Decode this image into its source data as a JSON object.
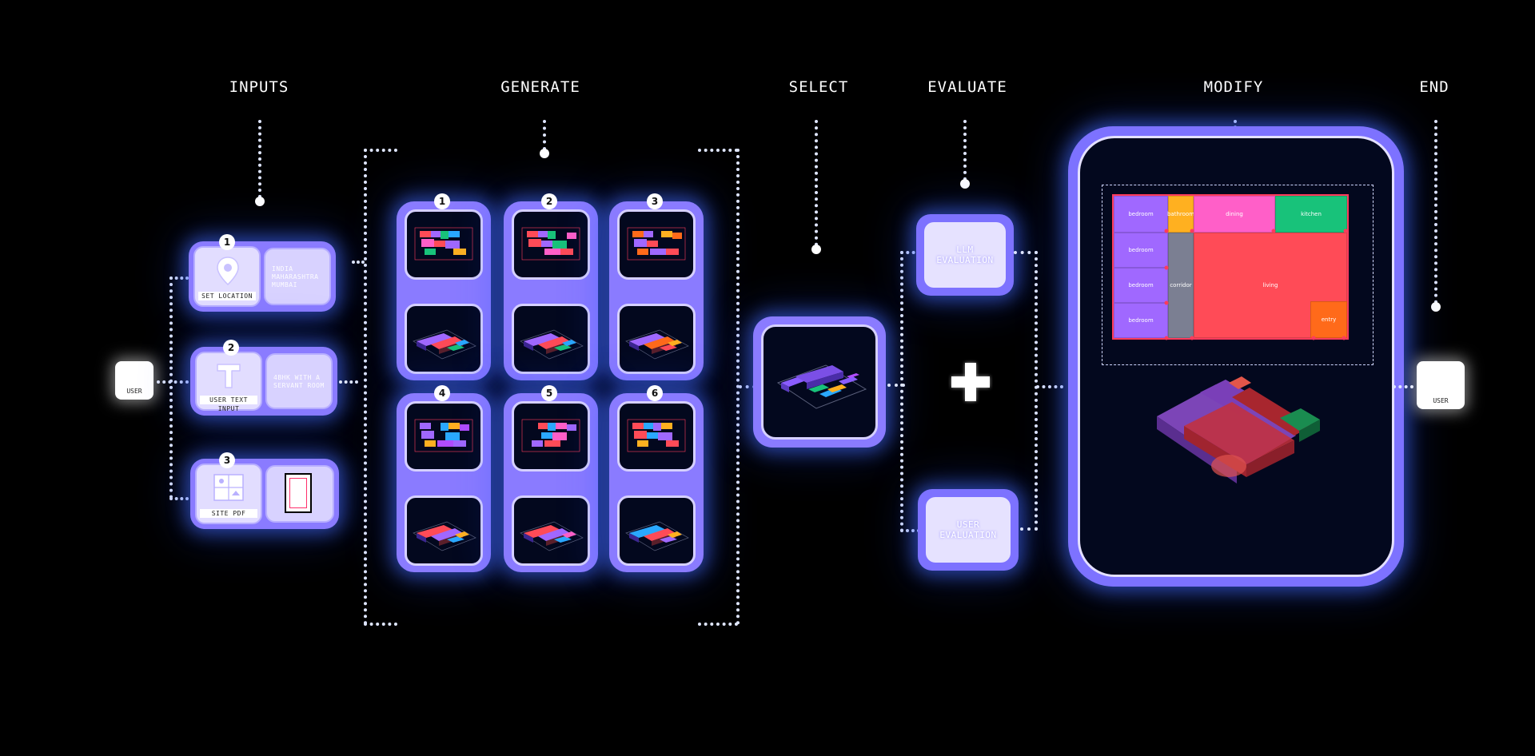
{
  "stages": {
    "inputs": "INPUTS",
    "generate": "GENERATE",
    "select": "SELECT",
    "evaluate": "EVALUATE",
    "modify": "MODIFY",
    "end": "END"
  },
  "user_start": "USER",
  "user_end": "USER",
  "inputs": [
    {
      "number": "1",
      "tag": "SET LOCATION",
      "icon": "location-pin-icon",
      "text": "INDIA\nMAHARASHTRA\nMUMBAI"
    },
    {
      "number": "2",
      "tag": "USER TEXT INPUT",
      "icon": "text-t-icon",
      "text": "4BHK WITH A\nSERVANT ROOM"
    },
    {
      "number": "3",
      "tag": "SITE PDF",
      "icon": "site-map-icon",
      "text": ""
    }
  ],
  "options": [
    "1",
    "2",
    "3",
    "4",
    "5",
    "6"
  ],
  "evaluations": {
    "llm": "LLM\nEVALUATION",
    "user": "USER\nEVALUATION",
    "plus_icon": "plus-icon"
  },
  "plan_rooms": {
    "bedroom_1": "bedroom",
    "bathroom": "bathroom",
    "dining": "dining",
    "kitchen": "kitchen",
    "bedroom_2": "bedroom",
    "bedroom_3": "bedroom",
    "bedroom_4": "bedroom",
    "corridor": "corridor",
    "living": "living",
    "entry": "entry"
  },
  "colors": {
    "card": "#8a7bff",
    "glow": "#466eff",
    "bedroom": "#a068ff",
    "bathroom": "#ffb020",
    "dining": "#ff5fc8",
    "kitchen": "#18c27a",
    "corridor": "#7b7f92",
    "living": "#ff4b57",
    "entry": "#ff6a1a"
  }
}
